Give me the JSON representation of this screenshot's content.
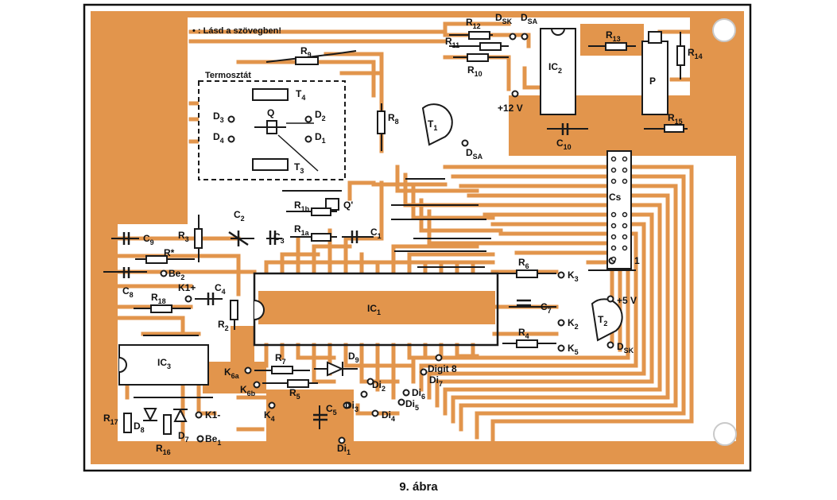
{
  "caption": "9. ábra",
  "note": "• : Lásd a szövegben!",
  "colors": {
    "copper": "#e2954c",
    "board": "#ffffff",
    "ink": "#1a1a1a",
    "frame": "#111111"
  },
  "labels": {
    "termosztat": "Termosztát",
    "r12": "R",
    "r12s": "12",
    "dsk": "D",
    "dsks": "SK",
    "dsa": "D",
    "dsas": "SA",
    "r11": "R",
    "r11s": "11",
    "r10": "R",
    "r10s": "10",
    "r9": "R",
    "r9s": "9",
    "ic2": "IC",
    "ic2s": "2",
    "r13": "R",
    "r13s": "13",
    "r14": "R",
    "r14s": "14",
    "p": "P",
    "r15": "R",
    "r15s": "15",
    "v12": "+12 V",
    "c10": "C",
    "c10s": "10",
    "t4": "T",
    "t4s": "4",
    "q": "Q",
    "d3": "D",
    "d3s": "3",
    "d2": "D",
    "d2s": "2",
    "d4": "D",
    "d4s": "4",
    "d1": "D",
    "d1s": "1",
    "t3": "T",
    "t3s": "3",
    "r8": "R",
    "r8s": "8",
    "t1": "T",
    "t1s": "1",
    "dsa2": "D",
    "dsa2s": "SA",
    "cs": "Cs",
    "pin1": "1",
    "r1b": "R",
    "r1bs": "1b",
    "qprime": "Q'",
    "r1a": "R",
    "r1as": "1a",
    "c1": "C",
    "c1s": "1",
    "c2": "C",
    "c2s": "2",
    "r3": "R",
    "r3s": "3",
    "c3": "C",
    "c3s": "3",
    "c9": "C",
    "c9s": "9",
    "rstar": "R*",
    "be2": "Be",
    "be2s": "2",
    "c8": "C",
    "c8s": "8",
    "k1p": "K1+",
    "c4": "C",
    "c4s": "4",
    "r18": "R",
    "r18s": "18",
    "r2": "R",
    "r2s": "2",
    "ic1": "IC",
    "ic1s": "1",
    "r6": "R",
    "r6s": "6",
    "k3": "K",
    "k3s": "3",
    "v5": "+5 V",
    "c7": "C",
    "c7s": "7",
    "k2": "K",
    "k2s": "2",
    "t2": "T",
    "t2s": "2",
    "r4": "R",
    "r4s": "4",
    "k5": "K",
    "k5s": "5",
    "dsk2": "D",
    "dsk2s": "SK",
    "ic3": "IC",
    "ic3s": "3",
    "r7": "R",
    "r7s": "7",
    "d9": "D",
    "d9s": "9",
    "digit8": "Digit 8",
    "k6a": "K",
    "k6as": "6a",
    "k6b": "K",
    "k6bs": "6b",
    "r5": "R",
    "r5s": "5",
    "di7": "Di",
    "di7s": "7",
    "di2": "Di",
    "di2s": "2",
    "di6": "Di",
    "di6s": "6",
    "di5": "Di",
    "di5s": "5",
    "di3": "Di",
    "di3s": "3",
    "di4": "Di",
    "di4s": "4",
    "k4": "K",
    "k4s": "4",
    "c5": "C",
    "c5s": "5",
    "r17": "R",
    "r17s": "17",
    "d8": "D",
    "d8s": "8",
    "k1m": "K1-",
    "d7": "D",
    "d7s": "7",
    "be1": "Be",
    "be1s": "1",
    "r16": "R",
    "r16s": "16",
    "di1": "Di",
    "di1s": "1"
  }
}
